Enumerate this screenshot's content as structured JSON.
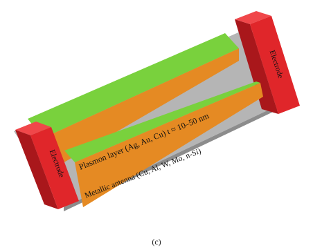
{
  "figure": {
    "caption": "(c)",
    "labels": {
      "electrode_right": "Electrode",
      "electrode_left": "Electrode",
      "plasmon_layer": "Plasmon layer (Ag, Au, Cu) t ≈ 10–50 nm",
      "metallic_antenna": "Metallic antenna (Cu, Al, W, Mo, n-Si)"
    },
    "colors": {
      "substrate_top": "#b3b3b3",
      "substrate_side": "#8f8f8f",
      "electrode_face": "#e0262a",
      "electrode_side": "#b51a1e",
      "plasmon_top": "#79d13d",
      "antenna_side": "#e58a23"
    }
  }
}
